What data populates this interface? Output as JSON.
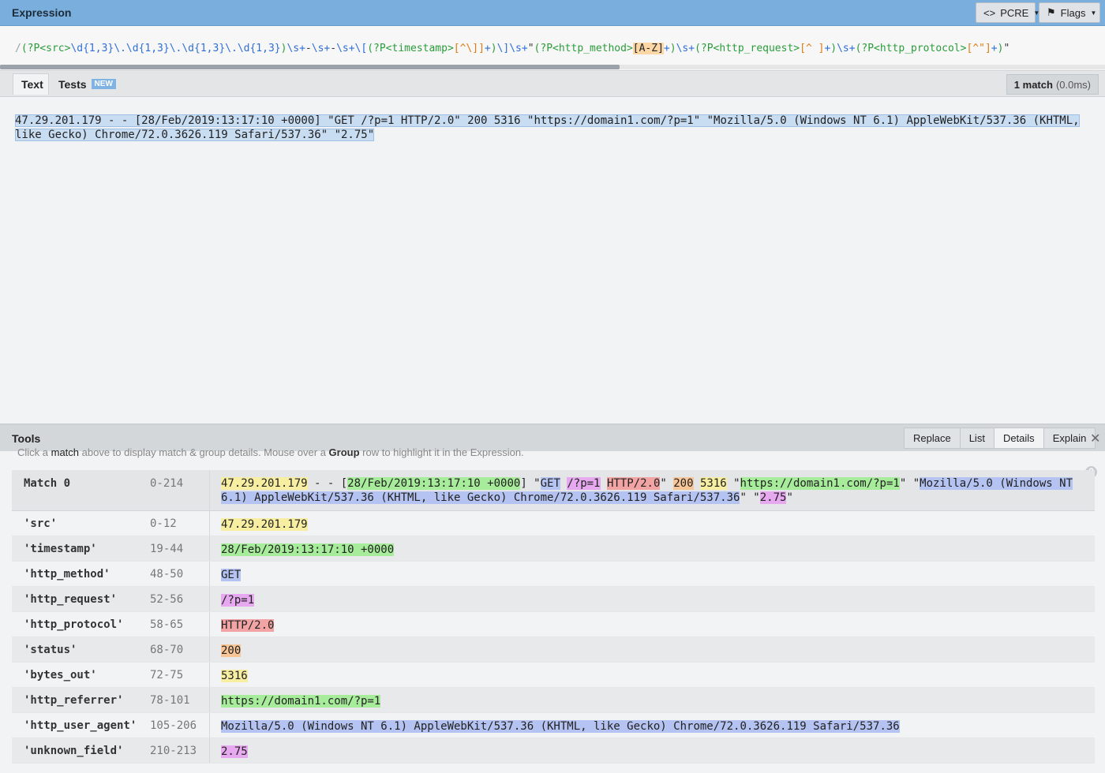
{
  "header": {
    "title": "Expression",
    "pcre_label": "PCRE",
    "flags_label": "Flags"
  },
  "regex": {
    "parts": [
      {
        "t": "/",
        "c": "r-slash"
      },
      {
        "t": "(?P<src>",
        "c": "r-name"
      },
      {
        "t": "\\d",
        "c": "r-esc"
      },
      {
        "t": "{1,3}",
        "c": "r-quant"
      },
      {
        "t": "\\.",
        "c": "r-esc"
      },
      {
        "t": "\\d",
        "c": "r-esc"
      },
      {
        "t": "{1,3}",
        "c": "r-quant"
      },
      {
        "t": "\\.",
        "c": "r-esc"
      },
      {
        "t": "\\d",
        "c": "r-esc"
      },
      {
        "t": "{1,3}",
        "c": "r-quant"
      },
      {
        "t": "\\.",
        "c": "r-esc"
      },
      {
        "t": "\\d",
        "c": "r-esc"
      },
      {
        "t": "{1,3}",
        "c": "r-quant"
      },
      {
        "t": ")",
        "c": "r-paren"
      },
      {
        "t": "\\s",
        "c": "r-esc"
      },
      {
        "t": "+",
        "c": "r-quant"
      },
      {
        "t": "-",
        "c": "r-lit"
      },
      {
        "t": "\\s",
        "c": "r-esc"
      },
      {
        "t": "+",
        "c": "r-quant"
      },
      {
        "t": "-",
        "c": "r-lit"
      },
      {
        "t": "\\s",
        "c": "r-esc"
      },
      {
        "t": "+",
        "c": "r-quant"
      },
      {
        "t": "\\[",
        "c": "r-esc"
      },
      {
        "t": "(?P<timestamp>",
        "c": "r-name"
      },
      {
        "t": "[^\\]]",
        "c": "r-class"
      },
      {
        "t": "+",
        "c": "r-quant"
      },
      {
        "t": ")",
        "c": "r-paren"
      },
      {
        "t": "\\]",
        "c": "r-esc"
      },
      {
        "t": "\\s",
        "c": "r-esc"
      },
      {
        "t": "+",
        "c": "r-quant"
      },
      {
        "t": "\"",
        "c": "r-lit"
      },
      {
        "t": "(?P<http_method>",
        "c": "r-name"
      },
      {
        "t": "[A-Z]",
        "c": "r-class-bg"
      },
      {
        "t": "+",
        "c": "r-quant"
      },
      {
        "t": ")",
        "c": "r-paren"
      },
      {
        "t": "\\s",
        "c": "r-esc"
      },
      {
        "t": "+",
        "c": "r-quant"
      },
      {
        "t": "(?P<http_request>",
        "c": "r-name"
      },
      {
        "t": "[^ ]",
        "c": "r-class"
      },
      {
        "t": "+",
        "c": "r-quant"
      },
      {
        "t": ")",
        "c": "r-paren"
      },
      {
        "t": "\\s",
        "c": "r-esc"
      },
      {
        "t": "+",
        "c": "r-quant"
      },
      {
        "t": "(?P<http_protocol>",
        "c": "r-name"
      },
      {
        "t": "[^\"]",
        "c": "r-class"
      },
      {
        "t": "+",
        "c": "r-quant"
      },
      {
        "t": ")",
        "c": "r-paren"
      },
      {
        "t": "\"",
        "c": "r-lit"
      }
    ]
  },
  "tabs": {
    "text_label": "Text",
    "tests_label": "Tests",
    "new_badge": "NEW"
  },
  "match_info": {
    "count": "1 match",
    "time": "(0.0ms)"
  },
  "test_string": {
    "line1": "47.29.201.179 - - [28/Feb/2019:13:17:10 +0000] \"GET /?p=1 HTTP/2.0\" 200 5316 \"https://domain1.com/?p=1\" \"Mozilla/5.0 (Windows NT 6.1) AppleWebKit/537.36 (KHTML,",
    "line2": "like Gecko) Chrome/72.0.3626.119 Safari/537.36\" \"2.75\""
  },
  "tools": {
    "title": "Tools",
    "tabs": [
      "Replace",
      "List",
      "Details",
      "Explain"
    ],
    "active_tab": "Details",
    "close_glyph": "✕",
    "hint_pre": "Click a ",
    "hint_match": "match",
    "hint_mid": " above to display match & group details. Mouse over a ",
    "hint_group": "Group",
    "hint_post": " row to highlight it in the Expression."
  },
  "details": {
    "match": {
      "name": "Match 0",
      "range": "0-214",
      "segments": [
        {
          "t": "47.29.201.179",
          "c": "c-yellow"
        },
        {
          "t": " - - [",
          "c": ""
        },
        {
          "t": "28/Feb/2019:13:17:10 +0000",
          "c": "c-green"
        },
        {
          "t": "] \"",
          "c": ""
        },
        {
          "t": "GET",
          "c": "c-blue"
        },
        {
          "t": " ",
          "c": ""
        },
        {
          "t": "/?p=1",
          "c": "c-purple"
        },
        {
          "t": " ",
          "c": ""
        },
        {
          "t": "HTTP/2.0",
          "c": "c-red"
        },
        {
          "t": "\" ",
          "c": ""
        },
        {
          "t": "200",
          "c": "c-orange"
        },
        {
          "t": " ",
          "c": ""
        },
        {
          "t": "5316",
          "c": "c-yellow"
        },
        {
          "t": " \"",
          "c": ""
        },
        {
          "t": "https://domain1.com/?p=1",
          "c": "c-green"
        },
        {
          "t": "\" \"",
          "c": ""
        },
        {
          "t": "Mozilla/5.0 (Windows NT 6.1) AppleWebKit/537.36 (KHTML, like Gecko) Chrome/72.0.3626.119 Safari/537.36",
          "c": "c-blue"
        },
        {
          "t": "\" \"",
          "c": ""
        },
        {
          "t": "2.75",
          "c": "c-purple"
        },
        {
          "t": "\"",
          "c": ""
        }
      ]
    },
    "groups": [
      {
        "name": "'src'",
        "range": "0-12",
        "value": "47.29.201.179",
        "c": "c-yellow"
      },
      {
        "name": "'timestamp'",
        "range": "19-44",
        "value": "28/Feb/2019:13:17:10 +0000",
        "c": "c-green"
      },
      {
        "name": "'http_method'",
        "range": "48-50",
        "value": "GET",
        "c": "c-blue"
      },
      {
        "name": "'http_request'",
        "range": "52-56",
        "value": "/?p=1",
        "c": "c-purple"
      },
      {
        "name": "'http_protocol'",
        "range": "58-65",
        "value": "HTTP/2.0",
        "c": "c-red"
      },
      {
        "name": "'status'",
        "range": "68-70",
        "value": "200",
        "c": "c-orange"
      },
      {
        "name": "'bytes_out'",
        "range": "72-75",
        "value": "5316",
        "c": "c-yellow"
      },
      {
        "name": "'http_referrer'",
        "range": "78-101",
        "value": "https://domain1.com/?p=1",
        "c": "c-green"
      },
      {
        "name": "'http_user_agent'",
        "range": "105-206",
        "value": "Mozilla/5.0 (Windows NT 6.1) AppleWebKit/537.36 (KHTML, like Gecko) Chrome/72.0.3626.119 Safari/537.36",
        "c": "c-blue"
      },
      {
        "name": "'unknown_field'",
        "range": "210-213",
        "value": "2.75",
        "c": "c-purple"
      }
    ]
  }
}
